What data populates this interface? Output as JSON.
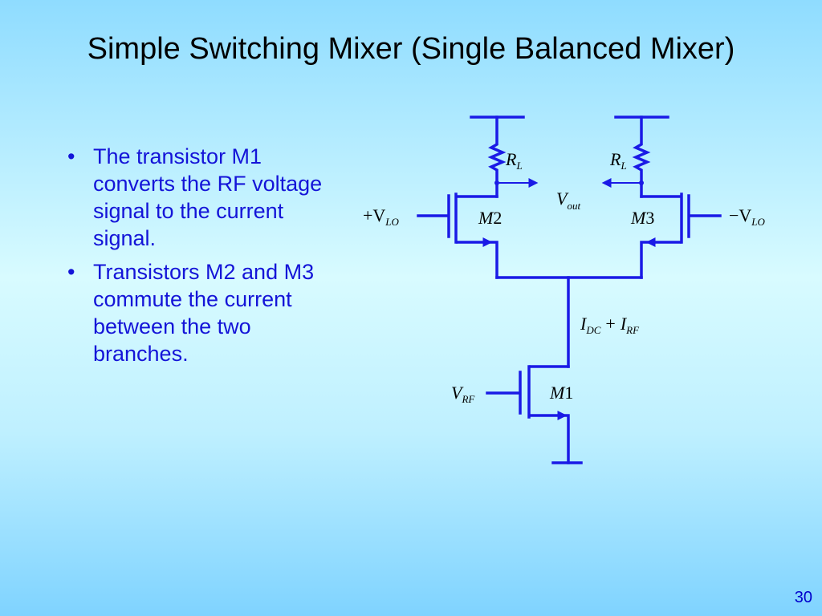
{
  "slide": {
    "title": "Simple Switching Mixer (Single Balanced Mixer)",
    "page_number": "30"
  },
  "bullets": [
    "The transistor M1 converts the RF voltage signal to the current signal.",
    "Transistors M2 and M3 commute the current between the two branches."
  ],
  "circuit": {
    "colors": {
      "wire": "#1a1ae6",
      "text": "#000000"
    },
    "labels": {
      "rl_left": "R",
      "rl_left_sub": "L",
      "rl_right": "R",
      "rl_right_sub": "L",
      "vout": "V",
      "vout_sub": "out",
      "vlo_plus": "+V",
      "vlo_plus_sub": "LO",
      "vlo_minus": "−V",
      "vlo_minus_sub": "LO",
      "m2_letter": "M",
      "m2_num": "2",
      "m3_letter": "M",
      "m3_num": "3",
      "m1_letter": "M",
      "m1_num": "1",
      "idc": "I",
      "idc_sub": "DC",
      "plus": "+",
      "irf": "I",
      "irf_sub": "RF",
      "vrf": "V",
      "vrf_sub": "RF"
    }
  }
}
